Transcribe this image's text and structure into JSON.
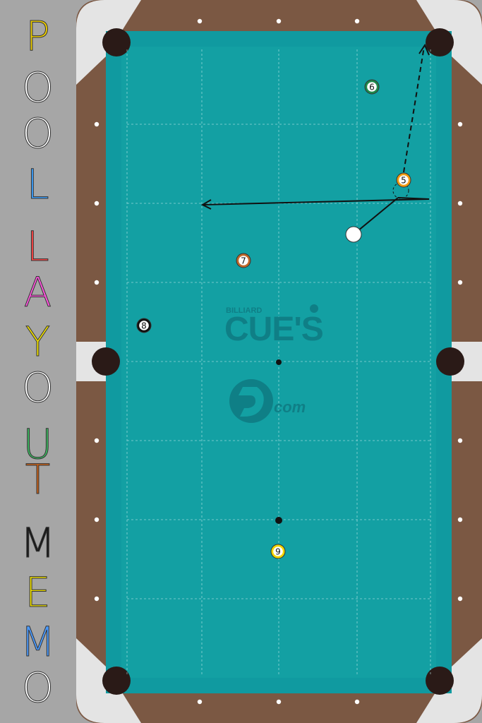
{
  "app": {
    "title_letters": [
      {
        "ch": "P",
        "color": "#f0d000"
      },
      {
        "ch": "O",
        "color": "#ffffff"
      },
      {
        "ch": "O",
        "color": "#ffffff"
      },
      {
        "ch": "L",
        "color": "#3aa0ff"
      },
      {
        "ch": "L",
        "color": "#ff4444"
      },
      {
        "ch": "A",
        "color": "#ff55dd"
      },
      {
        "ch": "Y",
        "color": "#f0e000"
      },
      {
        "ch": "O",
        "color": "#ffffff"
      },
      {
        "ch": "U",
        "color": "#3cb860"
      },
      {
        "ch": "T",
        "color": "#c8621a"
      },
      {
        "ch": "M",
        "color": "#1a1a1a"
      },
      {
        "ch": "E",
        "color": "#f0e000"
      },
      {
        "ch": "M",
        "color": "#4a9aff"
      },
      {
        "ch": "O",
        "color": "#ffffff"
      }
    ]
  },
  "colors": {
    "felt": "#13a0a3",
    "cushion": "#109aa0",
    "rail": "#7b5843",
    "corner": "#e4e4e4",
    "pocket": "#2a1a17",
    "watermark": "#0f7f86"
  },
  "watermark": {
    "small": "BILLIARD",
    "big": "CUE'S",
    "dcom": "com"
  },
  "balls": [
    {
      "id": "cue",
      "label": "",
      "fill": "#ffffff",
      "ring": "#ffffff"
    },
    {
      "id": "5",
      "label": "5",
      "fill": "#ffffff",
      "ring": "#f39c12"
    },
    {
      "id": "6",
      "label": "6",
      "fill": "#ffffff",
      "ring": "#1e8a4c"
    },
    {
      "id": "7",
      "label": "7",
      "fill": "#ffffff",
      "ring": "#c0692a"
    },
    {
      "id": "8",
      "label": "8",
      "fill": "#ffffff",
      "ring": "#111111"
    },
    {
      "id": "9",
      "label": "9",
      "fill": "#ffffff",
      "ring": "#f2d600"
    }
  ]
}
